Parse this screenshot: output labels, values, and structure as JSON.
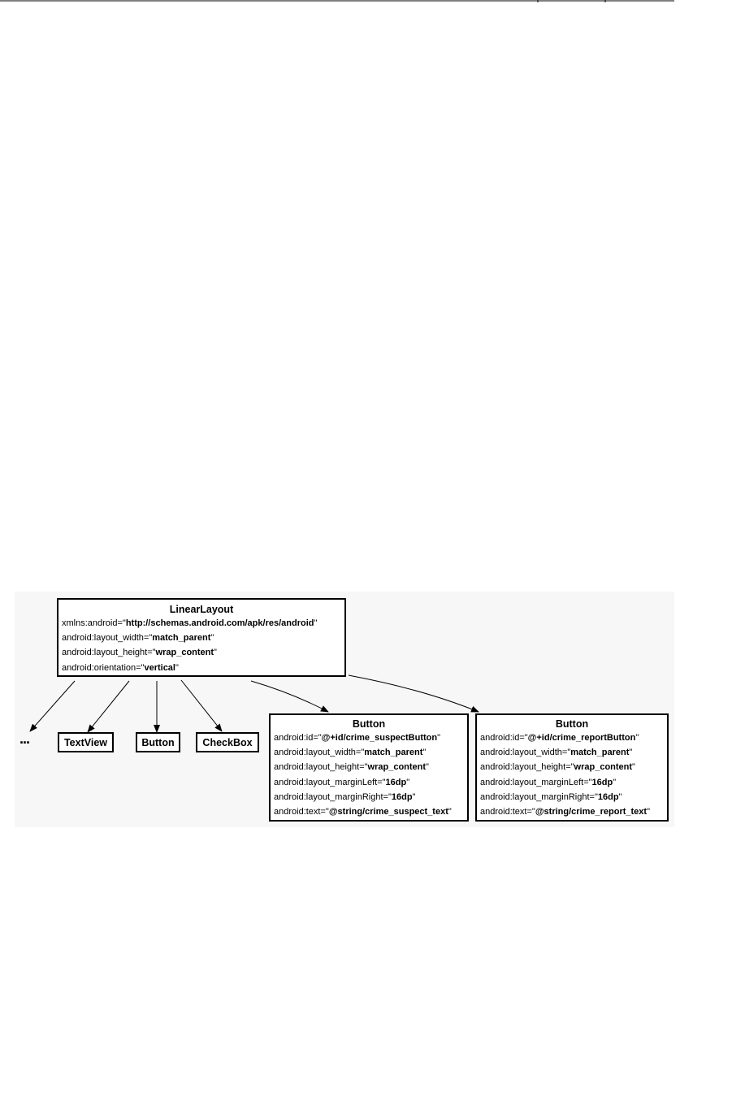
{
  "diagram": {
    "root": {
      "title": "LinearLayout",
      "attrs": [
        {
          "name": "xmlns:android=",
          "value": "http://schemas.android.com/apk/res/android"
        },
        {
          "name": "android:layout_width=",
          "value": "match_parent"
        },
        {
          "name": "android:layout_height=",
          "value": "wrap_content"
        },
        {
          "name": "android:orientation=",
          "value": "vertical"
        }
      ]
    },
    "simple_children": {
      "ellipsis": "...",
      "textview": "TextView",
      "button": "Button",
      "checkbox": "CheckBox"
    },
    "suspect_button": {
      "title": "Button",
      "attrs": [
        {
          "name": "android:id=",
          "value": "@+id/crime_suspectButton"
        },
        {
          "name": "android:layout_width=",
          "value": "match_parent"
        },
        {
          "name": "android:layout_height=",
          "value": "wrap_content"
        },
        {
          "name": "android:layout_marginLeft=",
          "value": "16dp"
        },
        {
          "name": "android:layout_marginRight=",
          "value": "16dp"
        },
        {
          "name": "android:text=",
          "value": "@string/crime_suspect_text"
        }
      ]
    },
    "report_button": {
      "title": "Button",
      "attrs": [
        {
          "name": "android:id=",
          "value": "@+id/crime_reportButton"
        },
        {
          "name": "android:layout_width=",
          "value": "match_parent"
        },
        {
          "name": "android:layout_height=",
          "value": "wrap_content"
        },
        {
          "name": "android:layout_marginLeft=",
          "value": "16dp"
        },
        {
          "name": "android:layout_marginRight=",
          "value": "16dp"
        },
        {
          "name": "android:text=",
          "value": "@string/crime_report_text"
        }
      ]
    }
  }
}
